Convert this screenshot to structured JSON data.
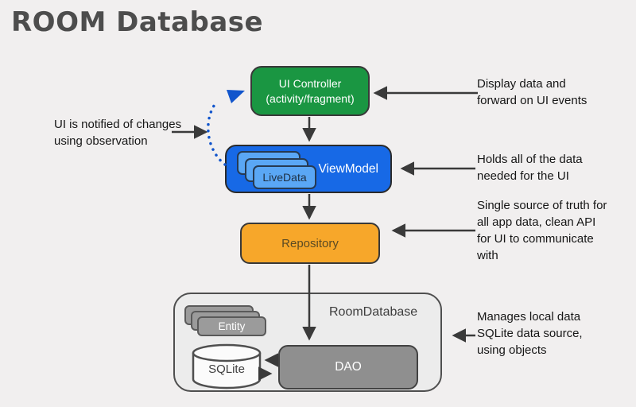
{
  "title": "ROOM Database",
  "colors": {
    "background": "#f1efef",
    "green": "#1a9642",
    "blue": "#1769e6",
    "light_blue": "#5aa7f5",
    "orange": "#f7a72a",
    "gray_box": "#9b9b9b",
    "dao_gray": "#8f8f8f",
    "container_fill": "#ececec",
    "arrow": "#3a3a3a",
    "dotted_blue": "#1155cc"
  },
  "nodes": {
    "ui_controller": {
      "label": "UI Controller\n(activity/fragment)"
    },
    "viewmodel": {
      "label": "ViewModel"
    },
    "livedata": {
      "label": "LiveData"
    },
    "repository": {
      "label": "Repository"
    },
    "room_database": {
      "label": "RoomDatabase"
    },
    "entity": {
      "label": "Entity"
    },
    "sqlite": {
      "label": "SQLite"
    },
    "dao": {
      "label": "DAO"
    }
  },
  "annotations": {
    "observation_note": "UI is notified of changes\nusing observation",
    "ui_controller_note": "Display data and\nforward on UI events",
    "viewmodel_note": "Holds all of the data\nneeded for the UI",
    "repository_note": "Single source of truth for\nall app data, clean API\nfor UI to communicate\nwith",
    "room_database_note": "Manages local data\nSQLite data source,\nusing objects"
  }
}
